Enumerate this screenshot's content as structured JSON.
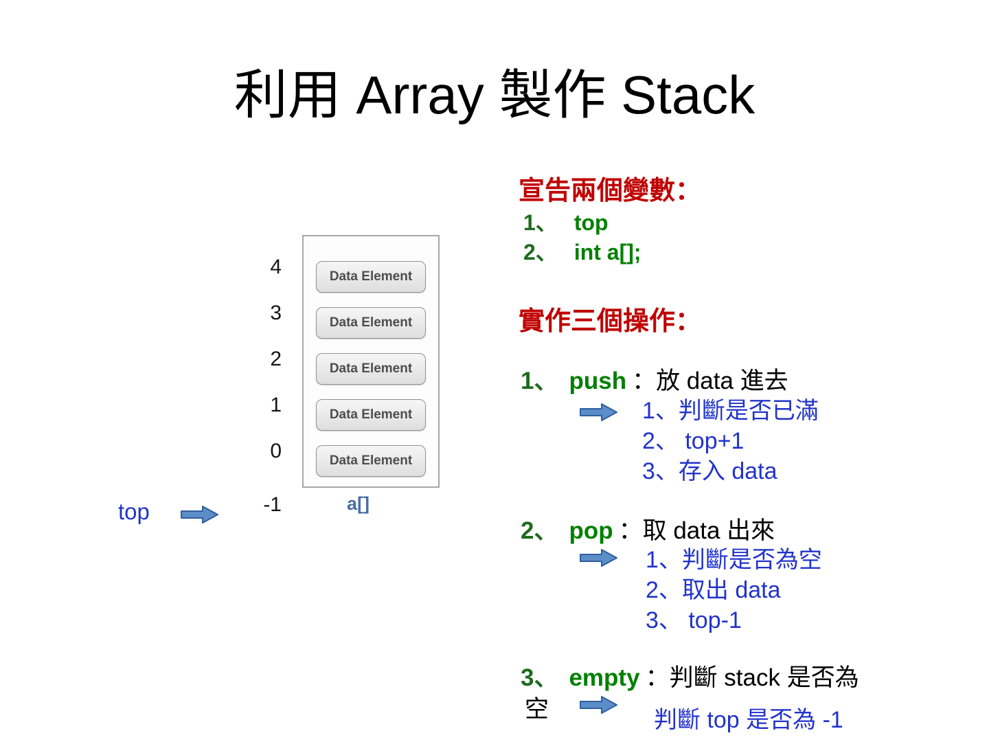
{
  "title": "利用 Array 製作 Stack",
  "diagram": {
    "indices": [
      "4",
      "3",
      "2",
      "1",
      "0",
      "-1"
    ],
    "cells": [
      "Data Element",
      "Data Element",
      "Data Element",
      "Data Element",
      "Data Element"
    ],
    "array_label": "a[]",
    "top_label": "top"
  },
  "sections": {
    "declare_heading": "宣告兩個變數：",
    "declare": [
      {
        "num": "1、",
        "code": "top"
      },
      {
        "num": "2、",
        "code": "int a[];"
      }
    ],
    "ops_heading": "實作三個操作：",
    "ops": [
      {
        "num": "1、",
        "keyword": "push",
        "desc": "：放 data 進去",
        "steps": [
          "1、判斷是否已滿",
          "2、 top+1",
          "3、存入 data"
        ]
      },
      {
        "num": "2、",
        "keyword": "pop",
        "desc": "：取 data 出來",
        "steps": [
          "1、判斷是否為空",
          "2、取出 data",
          "3、 top-1"
        ]
      },
      {
        "num": "3、",
        "keyword": "empty",
        "desc": "：判斷 stack 是否為",
        "desc_wrap": "空",
        "steps": [
          "判斷 top 是否為 -1"
        ]
      }
    ]
  },
  "colors": {
    "heading_red": "#c00000",
    "keyword_green": "#008000",
    "number_green": "#1f6b1f",
    "step_blue": "#2233cc",
    "arrow_fill": "#5b8dc9",
    "arrow_stroke": "#2f5f9e"
  }
}
